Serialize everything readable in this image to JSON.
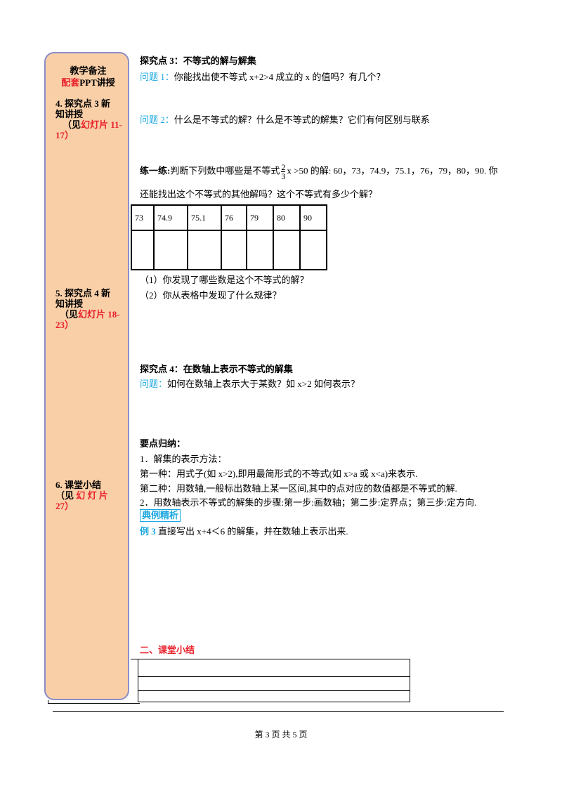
{
  "sidebar": {
    "title": "教学备注",
    "subtitle_red": "配套",
    "subtitle_rest": "PPT讲授",
    "blocks": [
      {
        "line1": "4. 探究点 3 新",
        "line2": "知讲授",
        "line3a": "（见",
        "line3b": "幻灯片 11-",
        "line4": "17）"
      },
      {
        "line1": "5. 探究点 4 新",
        "line2": "知讲授",
        "line3a": "（见",
        "line3b": "幻灯片 18-",
        "line4": "23）"
      },
      {
        "line1": "6. 课堂小结",
        "line2": "（见 ",
        "line2b": "幻 灯 片",
        "line3": "27）"
      }
    ]
  },
  "main": {
    "s3_title": "探究点 3：不等式的解与解集",
    "q1_label": "问题 1：",
    "q1_text": "你能找出使不等式 x+2>4 成立的 x 的值吗？有几个？",
    "q2_label": "问题 2：",
    "q2_text": "什么是不等式的解？什么是不等式的解集？它们有何区别与联系",
    "ex_label": "练一练:",
    "ex_text_a": "判断下列数中哪些是不等式",
    "frac_num": "2",
    "frac_den": "3",
    "ex_text_b": "x >50 的解: 60，73，74.9，75.1，76，79，80，90. 你",
    "ex_text_line2": "还能找出这个不等式的其他解吗？这个不等式有多少个解？",
    "table_values": [
      "73",
      "74.9",
      "75.1",
      "76",
      "79",
      "80",
      "90"
    ],
    "ask1": "（1）你发现了哪些数是这个不等式的解？",
    "ask2": "（2）你从表格中发现了什么规律？",
    "s4_title": "探究点 4：在数轴上表示不等式的解集",
    "q3_label": "问题：",
    "q3_text": "如何在数轴上表示大于某数？如 x>2 如何表示？",
    "key_title": "要点归纳：",
    "key1": "1．解集的表示方法：",
    "key2": "第一种：用式子(如 x>2),即用最简形式的不等式(如 x>a 或 x<a)来表示.",
    "key3": "第二种：用数轴,一般标出数轴上某一区间,其中的点对应的数值都是不等式的解.",
    "key4": "2．用数轴表示不等式的解集的步骤:第一步:画数轴；第二步:定界点；第三步:定方向.",
    "example_box": "典例精析",
    "ex3_label": "例 3",
    "ex3_text": " 直接写出 x+4＜6 的解集，并在数轴上表示出来.",
    "summary_title": "二、课堂小结"
  },
  "footer": "第 3 页 共 5 页"
}
